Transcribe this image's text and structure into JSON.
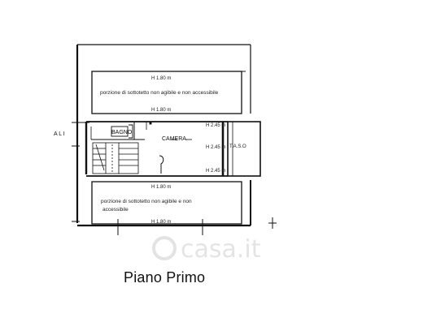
{
  "plan": {
    "title": "Piano Primo",
    "watermark": "casa.it",
    "side_label": "A L I",
    "rooms": {
      "top_portion": "porzione di sottotetto non agibile e non accessibile",
      "bottom_portion_line1": "porzione di sottotetto non agibile e non",
      "bottom_portion_line2": "accessibile",
      "camera": "CAMERA",
      "bagno": "BAGNO",
      "right_room": "T.A.S.O"
    },
    "heights": {
      "h_top_a": "H 1.80 m",
      "h_top_b": "H 1.80 m",
      "h_mid_a": "H 2.45 m",
      "h_mid_b": "H 2.45 m",
      "h_mid_c": "H 2.45 m",
      "h_bot_a": "H 1.80 m",
      "h_bot_b": "H 1.80 m"
    }
  }
}
